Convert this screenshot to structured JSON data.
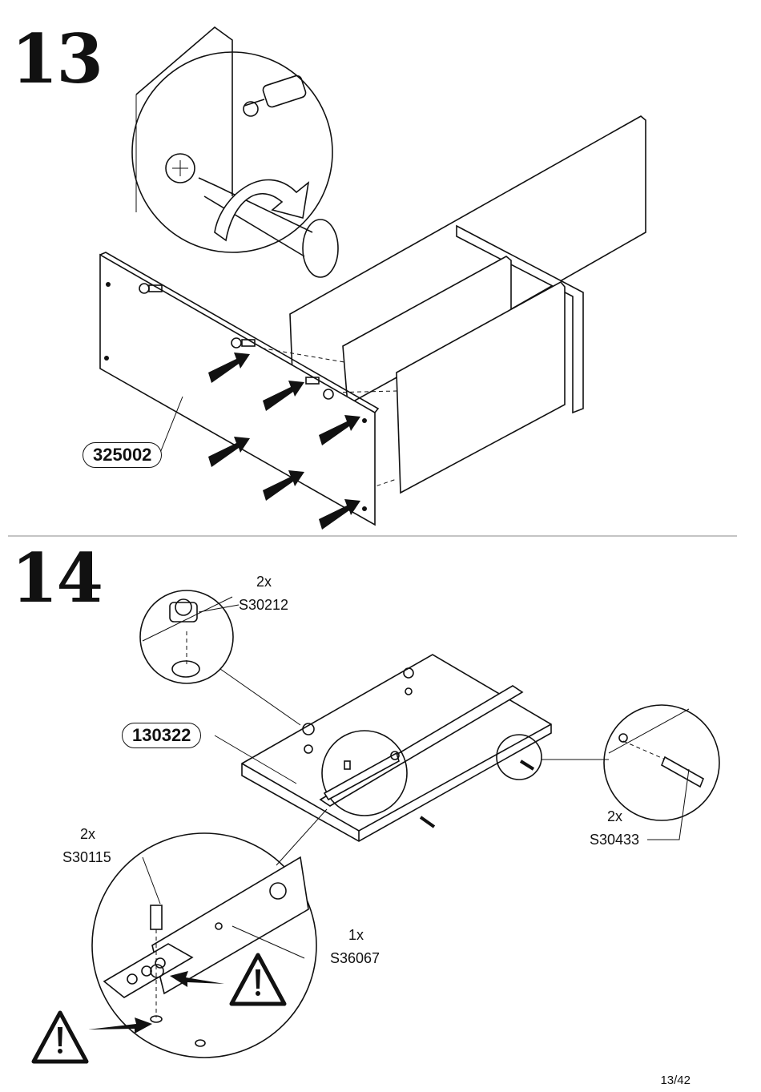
{
  "steps": [
    {
      "number": "13",
      "part_label": "325002"
    },
    {
      "number": "14",
      "part_label": "130322",
      "callouts": [
        {
          "qty": "2x",
          "code": "S30212"
        },
        {
          "qty": "2x",
          "code": "S30115"
        },
        {
          "qty": "1x",
          "code": "S36067"
        },
        {
          "qty": "2x",
          "code": "S30433"
        }
      ],
      "warnings": [
        "warning-icon",
        "warning-icon"
      ]
    }
  ],
  "page_number": "13/42"
}
